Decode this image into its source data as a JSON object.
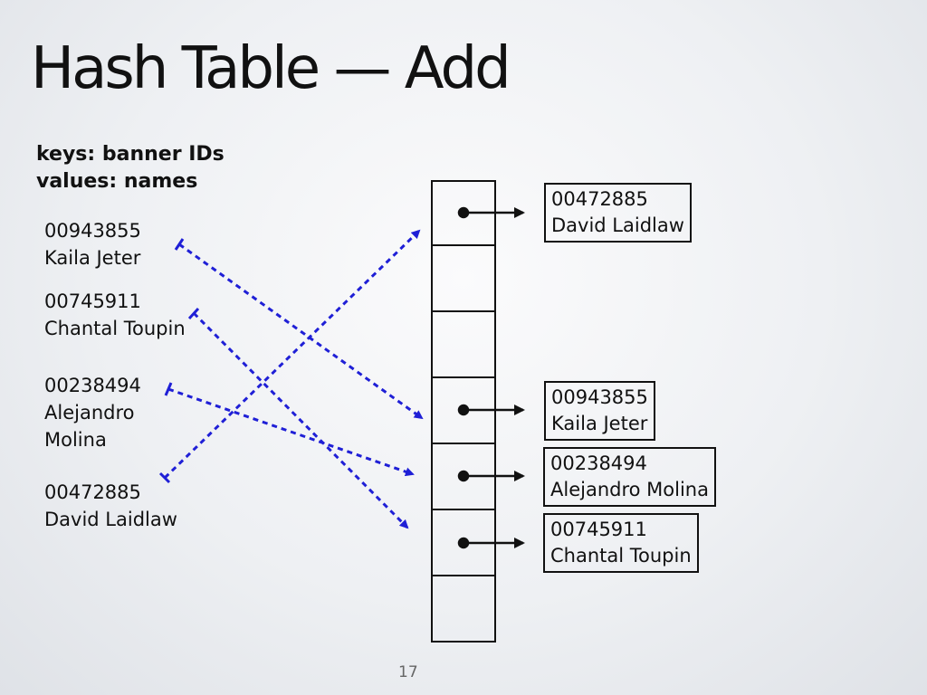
{
  "slide": {
    "title": "Hash Table — Add",
    "subtitle_line1": "keys: banner IDs",
    "subtitle_line2": "values: names",
    "page_number": "17"
  },
  "keys": [
    {
      "id": "00943855",
      "name_line1": "Kaila Jeter"
    },
    {
      "id": "00745911",
      "name_line1": "Chantal Toupin"
    },
    {
      "id": "00238494",
      "name_line1": "Alejandro",
      "name_line2": "Molina"
    },
    {
      "id": "00472885",
      "name_line1": "David Laidlaw"
    }
  ],
  "table": {
    "slot_count": 7,
    "values": [
      {
        "slot": 0,
        "id": "00472885",
        "name": "David Laidlaw"
      },
      {
        "slot": 3,
        "id": "00943855",
        "name": "Kaila Jeter"
      },
      {
        "slot": 4,
        "id": "00238494",
        "name": "Alejandro Molina"
      },
      {
        "slot": 5,
        "id": "00745911",
        "name": "Chantal Toupin"
      }
    ]
  },
  "colors": {
    "hash_arrow": "#1f1fd6",
    "pointer": "#111111"
  }
}
